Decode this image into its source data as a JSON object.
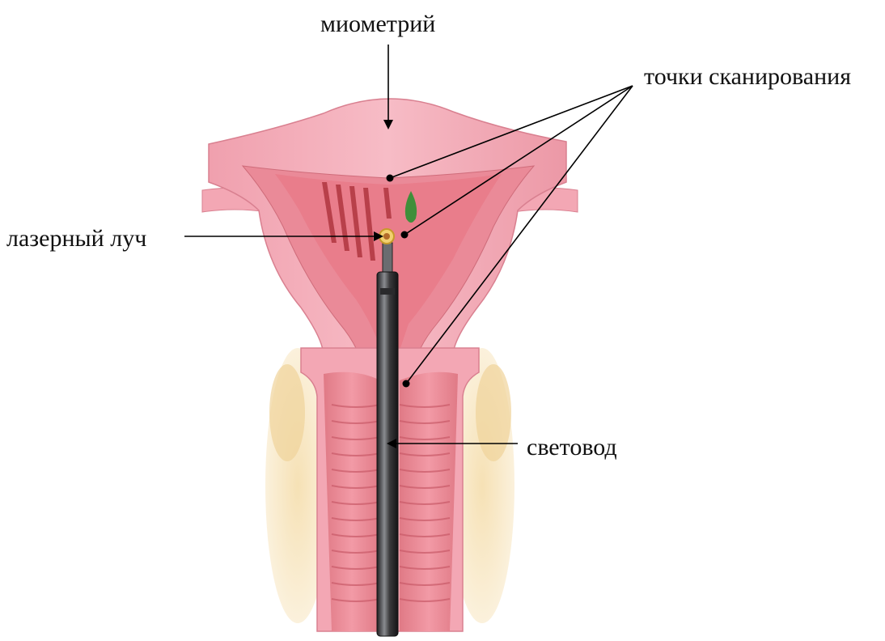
{
  "labels": {
    "myometrium": "миометрий",
    "scan_points": "точки сканирования",
    "laser_beam": "лазерный луч",
    "light_guide": "световод"
  },
  "colors": {
    "tissue_light": "#f3a7b4",
    "tissue_mid": "#ea8a98",
    "tissue_dark": "#d96a76",
    "fold": "#b8404a",
    "fat": "#f3d9a6",
    "probe": "#3a3a3c",
    "probe_highlight": "#8a8c90",
    "line": "#000000"
  }
}
